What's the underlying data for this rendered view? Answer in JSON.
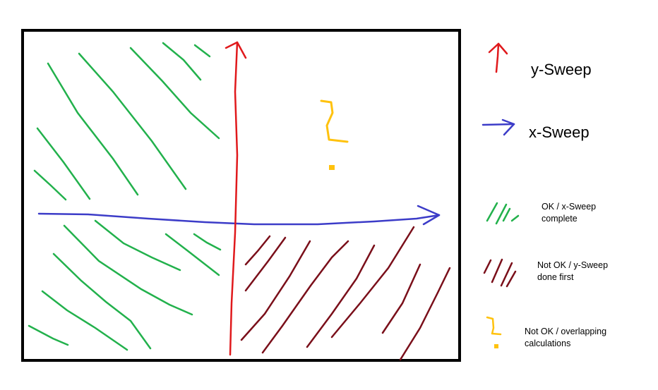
{
  "colors": {
    "frame": "#000000",
    "y_sweep": "#e0191c",
    "x_sweep": "#3c3cc8",
    "ok_hatch": "#22b14c",
    "not_ok_hatch": "#7a0f1a",
    "overlap": "#ffc20e"
  },
  "legend": {
    "y_sweep_label": "y-Sweep",
    "x_sweep_label": "x-Sweep",
    "ok_line1": "OK / x-Sweep",
    "ok_line2": "complete",
    "not_ok_line1": "Not OK / y-Sweep",
    "not_ok_line2": "done first",
    "overlap_line1": "Not OK / overlapping",
    "overlap_line2": "calculations"
  },
  "icons": {
    "y_sweep": "red-up-arrow-icon",
    "x_sweep": "blue-right-arrow-icon",
    "ok": "green-hatch-icon",
    "not_ok": "dark-red-hatch-icon",
    "overlap": "yellow-question-mark-icon"
  }
}
